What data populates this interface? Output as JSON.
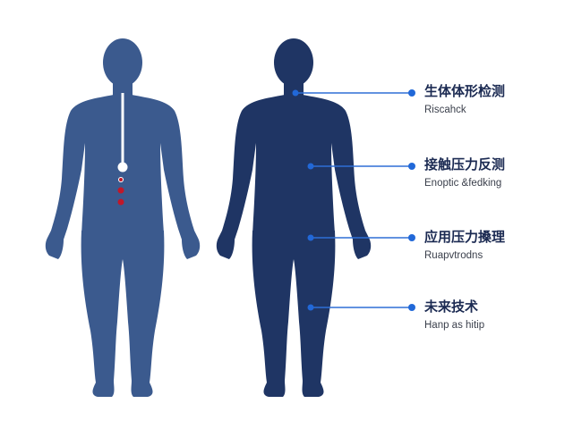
{
  "colors": {
    "figure_left": "#3b5a8e",
    "figure_right": "#1f3564",
    "spine": "#ffffff",
    "pressure_dot": "#c0182a",
    "callout_line": "#2f6fd6",
    "callout_dot": "#2168d8",
    "title_text": "#1b2a52",
    "subtitle_text": "#3a3f4b"
  },
  "labels": [
    {
      "title": "生体体形检测",
      "subtitle": "Riscahck"
    },
    {
      "title": "接触压力反测",
      "subtitle": "Enoptic &fedking"
    },
    {
      "title": "应用压力搡理",
      "subtitle": "Ruapvtrodns"
    },
    {
      "title": "未来技术",
      "subtitle": "Hanp as hitip"
    }
  ]
}
